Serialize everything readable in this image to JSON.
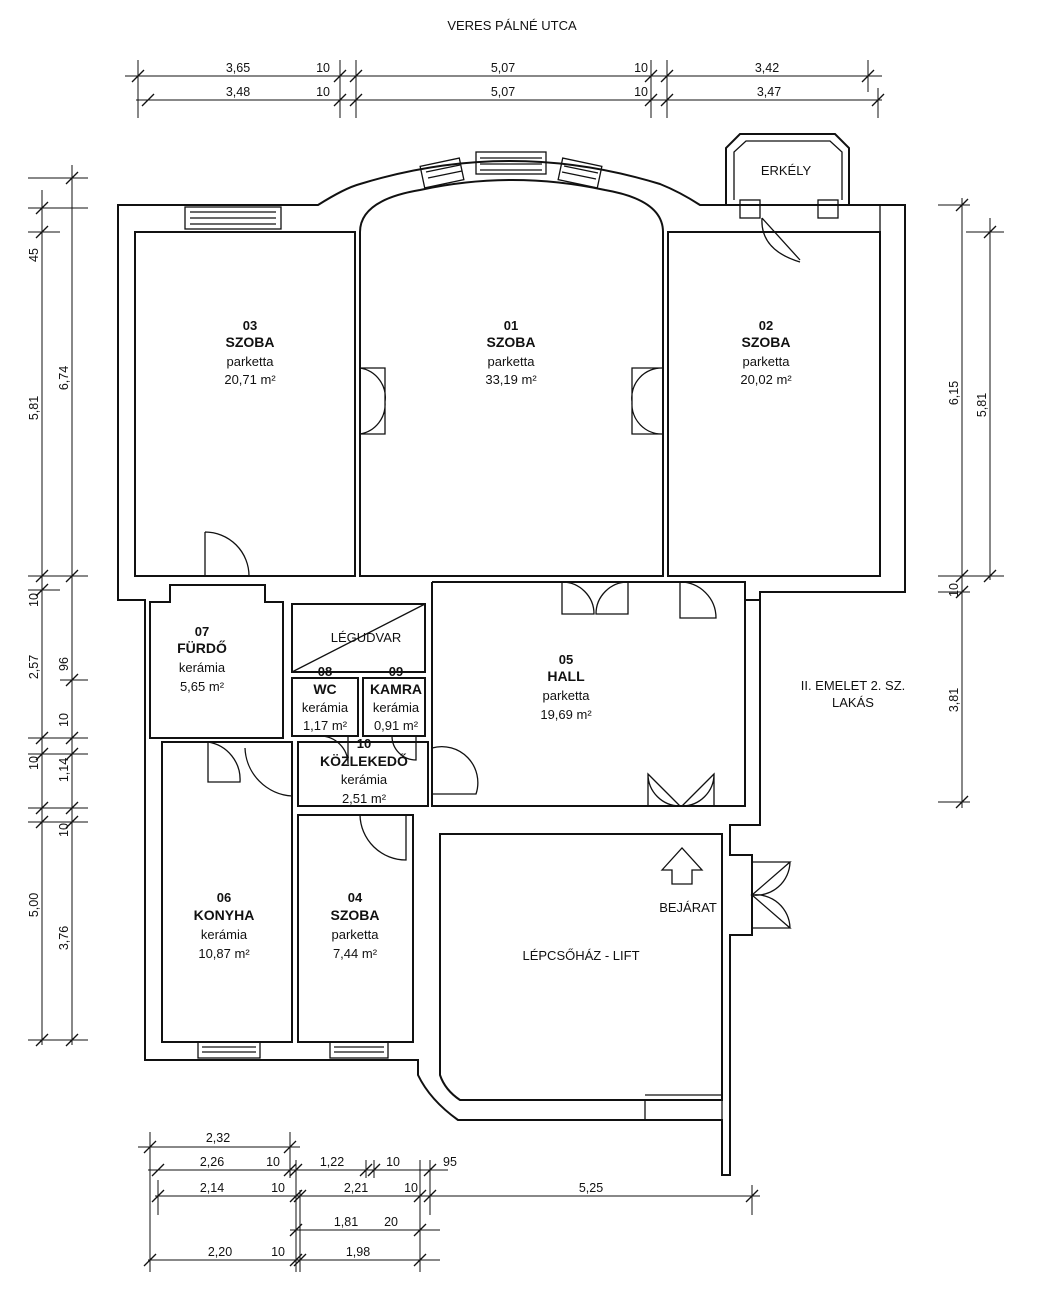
{
  "street": "VERES PÁLNÉ UTCA",
  "apartment": {
    "line1": "II. EMELET 2. SZ.",
    "line2": "LAKÁS"
  },
  "balcony": "ERKÉLY",
  "air_shaft": "LÉGUDVAR",
  "entrance": "BEJÁRAT",
  "stairwell": "LÉPCSŐHÁZ - LIFT",
  "rooms": {
    "r01": {
      "num": "01",
      "name": "SZOBA",
      "floor": "parketta",
      "area": "33,19 m²"
    },
    "r02": {
      "num": "02",
      "name": "SZOBA",
      "floor": "parketta",
      "area": "20,02 m²"
    },
    "r03": {
      "num": "03",
      "name": "SZOBA",
      "floor": "parketta",
      "area": "20,71 m²"
    },
    "r04": {
      "num": "04",
      "name": "SZOBA",
      "floor": "parketta",
      "area": "7,44 m²"
    },
    "r05": {
      "num": "05",
      "name": "HALL",
      "floor": "parketta",
      "area": "19,69 m²"
    },
    "r06": {
      "num": "06",
      "name": "KONYHA",
      "floor": "kerámia",
      "area": "10,87 m²"
    },
    "r07": {
      "num": "07",
      "name": "FÜRDŐ",
      "floor": "kerámia",
      "area": "5,65 m²"
    },
    "r08": {
      "num": "08",
      "name": "WC",
      "floor": "kerámia",
      "area": "1,17 m²"
    },
    "r09": {
      "num": "09",
      "name": "KAMRA",
      "floor": "kerámia",
      "area": "0,91 m²"
    },
    "r10": {
      "num": "10",
      "name": "KÖZLEKEDŐ",
      "floor": "kerámia",
      "area": "2,51 m²"
    }
  },
  "dims": {
    "top1": [
      "3,65",
      "10",
      "5,07",
      "10",
      "3,42"
    ],
    "top2": [
      "3,48",
      "10",
      "5,07",
      "10",
      "3,47"
    ],
    "left1": [
      "45",
      "5,81",
      "10",
      "2,57",
      "10",
      "1,14",
      "10",
      "5,00"
    ],
    "left2": [
      "6,74",
      "96",
      "10",
      "3,76"
    ],
    "right1": [
      "6,15",
      "10",
      "3,81"
    ],
    "right2": [
      "5,81"
    ],
    "b1": [
      "2,32"
    ],
    "b2": [
      "2,26",
      "10",
      "1,22",
      "10",
      "95"
    ],
    "b3": [
      "2,14",
      "10",
      "2,21",
      "10",
      "5,25"
    ],
    "b4": [
      "1,81",
      "20"
    ],
    "b5": [
      "2,20",
      "10",
      "1,98"
    ]
  }
}
